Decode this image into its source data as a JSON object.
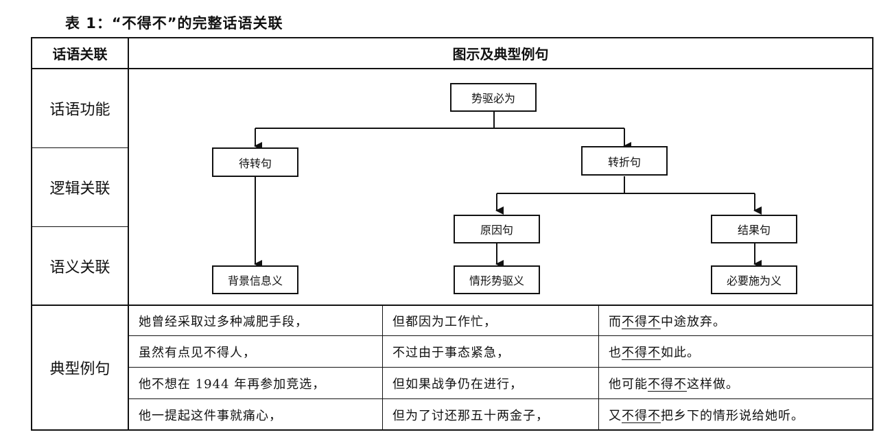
{
  "caption": "表 1：“不得不”的完整话语关联",
  "table": {
    "col_header_left": "话语关联",
    "col_header_right": "图示及典型例句",
    "row_labels": [
      "话语功能",
      "逻辑关联",
      "语义关联"
    ],
    "examples_label": "典型例句"
  },
  "diagram": {
    "root": "势驱必为",
    "left": "待转句",
    "right": "转折句",
    "right_left": "原因句",
    "right_right": "结果句",
    "leaf_left": "背景信息义",
    "leaf_mid": "情形势驱义",
    "leaf_right": "必要施为义"
  },
  "examples": [
    {
      "c1": "她曾经采取过多种减肥手段，",
      "c2": "但都因为工作忙，",
      "c3_pre": "而",
      "c3_key": "不得不",
      "c3_post": "中途放弃。"
    },
    {
      "c1": "虽然有点见不得人，",
      "c2": "不过由于事态紧急，",
      "c3_pre": "也",
      "c3_key": "不得不",
      "c3_post": "如此。"
    },
    {
      "c1": "他不想在 1944 年再参加竞选，",
      "c2": "但如果战争仍在进行，",
      "c3_pre": "他可能",
      "c3_key": "不得不",
      "c3_post": "这样做。"
    },
    {
      "c1": "他一提起这件事就痛心，",
      "c2": "但为了讨还那五十两金子，",
      "c3_pre": "又",
      "c3_key": "不得不",
      "c3_post": "把乡下的情形说给她听。"
    }
  ]
}
